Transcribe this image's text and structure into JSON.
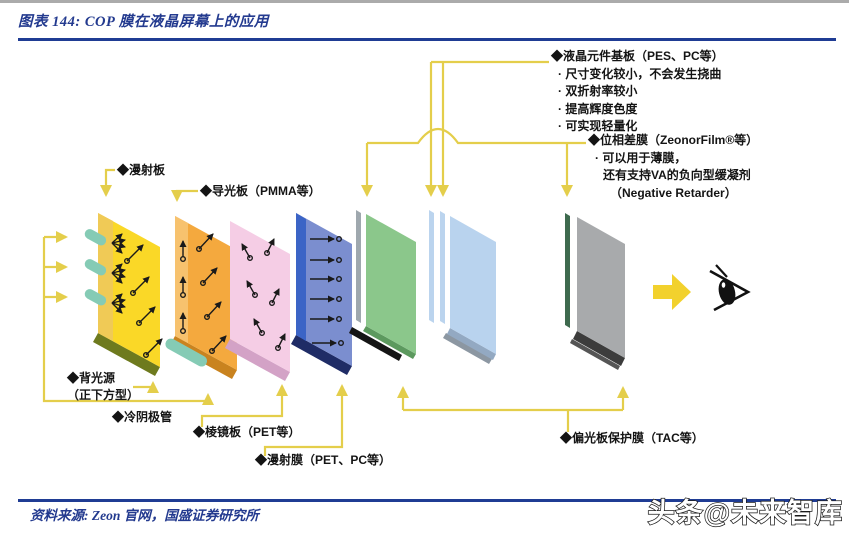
{
  "header": {
    "title": "图表 144:  COP 膜在液晶屏幕上的应用"
  },
  "footer": {
    "source": "资料来源: Zeon 官网，国盛证券研究所",
    "watermark": "头条@未来智库"
  },
  "labels": {
    "diffuser_plate": "◆漫射板",
    "light_guide_plate": "◆导光板（PMMA等）",
    "backlight_line1": "◆背光源",
    "backlight_line2": "（正下方型）",
    "cold_cathode_tube": "◆冷阴极管",
    "prism_plate": "◆棱镜板（PET等）",
    "diffusion_film": "◆漫射膜（PET、PC等）",
    "polarizer_protective_film": "◆偏光板保护膜（TAC等）"
  },
  "annotations": {
    "lcd_substrate": {
      "title": "◆液晶元件基板（PES、PC等）",
      "bullets": [
        "· 尺寸变化较小，不会发生挠曲",
        "· 双折射率较小",
        "· 提高辉度色度",
        "· 可实现轻量化"
      ]
    },
    "retardation_film": {
      "title": "◆位相差膜（ZeonorFilm®等）",
      "lines": [
        "· 可以用于薄膜，",
        "还有支持VA的负向型缓凝剂",
        "（Negative Retarder）"
      ]
    }
  },
  "colors": {
    "accent_blue": "#233a8f",
    "connector_yellow": "#e4ce4b",
    "slab_yellow": "#fad827",
    "slab_orange": "#f4a93e",
    "slab_pink": "#f5cde5",
    "slab_blue": "#7b8ecf",
    "slab_green": "#8bc78b",
    "slab_lightblue": "#b9d3ee",
    "slab_gray": "#a8aaac",
    "lamp_teal": "#85cbb5"
  }
}
